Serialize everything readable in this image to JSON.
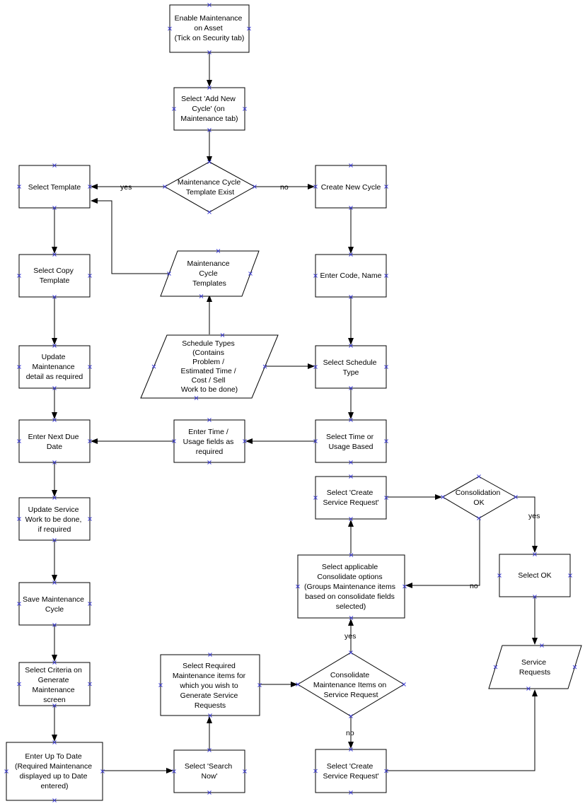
{
  "nodes": {
    "enable_maintenance": {
      "lines": [
        "Enable Maintenance",
        "on Asset",
        "(Tick on Security tab)"
      ]
    },
    "add_new_cycle": {
      "lines": [
        "Select 'Add New",
        "Cycle' (on",
        "Maintenance tab)"
      ]
    },
    "template_exist": {
      "lines": [
        "Maintenance Cycle",
        "Template Exist"
      ]
    },
    "select_template": {
      "lines": [
        "Select  Template"
      ]
    },
    "create_new_cycle": {
      "lines": [
        "Create New Cycle"
      ]
    },
    "select_copy_template": {
      "lines": [
        "Select Copy",
        "Template"
      ]
    },
    "cycle_templates": {
      "lines": [
        "Maintenance",
        "Cycle",
        "Templates"
      ]
    },
    "enter_code_name": {
      "lines": [
        "Enter Code, Name"
      ]
    },
    "update_detail": {
      "lines": [
        "Update",
        "Maintenance",
        "detail as required"
      ]
    },
    "schedule_types": {
      "lines": [
        "Schedule Types",
        "(Contains",
        "Problem /",
        "Estimated Time /",
        "Cost / Sell",
        "Work to be done)"
      ]
    },
    "select_schedule_type": {
      "lines": [
        "Select Schedule",
        "Type"
      ]
    },
    "enter_next_due": {
      "lines": [
        "Enter Next  Due",
        "Date"
      ]
    },
    "enter_time_usage": {
      "lines": [
        "Enter Time /",
        "Usage fields as",
        "required"
      ]
    },
    "select_time_usage": {
      "lines": [
        "Select Time or",
        "Usage Based"
      ]
    },
    "update_service": {
      "lines": [
        "Update Service",
        "Work to be done,",
        "if  required"
      ]
    },
    "create_sr_top": {
      "lines": [
        "Select 'Create",
        "Service Request'"
      ]
    },
    "consolidation_ok": {
      "lines": [
        "Consolidation",
        "OK"
      ]
    },
    "select_consolidate": {
      "lines": [
        "Select  applicable",
        "Consolidate options",
        "(Groups Maintenance items",
        "based on consolidate fields",
        "selected)"
      ]
    },
    "select_ok": {
      "lines": [
        "Select OK"
      ]
    },
    "save_cycle": {
      "lines": [
        "Save Maintenance",
        "Cycle"
      ]
    },
    "select_criteria": {
      "lines": [
        "Select Criteria on",
        "Generate",
        "Maintenance",
        "screen"
      ]
    },
    "select_required": {
      "lines": [
        "Select Required",
        "Maintenance items for",
        "which you wish to",
        "Generate Service",
        "Requests"
      ]
    },
    "consolidate_items": {
      "lines": [
        "Consolidate",
        "Maintenance Items on",
        "Service Request"
      ]
    },
    "service_requests": {
      "lines": [
        "Service",
        "Requests"
      ]
    },
    "enter_up_to_date": {
      "lines": [
        "Enter Up To Date",
        "(Required Maintenance",
        "displayed up to Date",
        "entered)"
      ]
    },
    "search_now": {
      "lines": [
        "Select 'Search",
        "Now'"
      ]
    },
    "create_sr_bottom": {
      "lines": [
        "Select  'Create",
        "Service Request'"
      ]
    }
  },
  "edge_labels": {
    "template_yes": "yes",
    "template_no": "no",
    "consolidation_yes": "yes",
    "consolidation_no": "no",
    "consolidate_yes": "yes",
    "consolidate_no": "no"
  },
  "colors": {
    "stroke": "#000000",
    "connection_point": "#3b3bd6",
    "background": "#ffffff"
  }
}
